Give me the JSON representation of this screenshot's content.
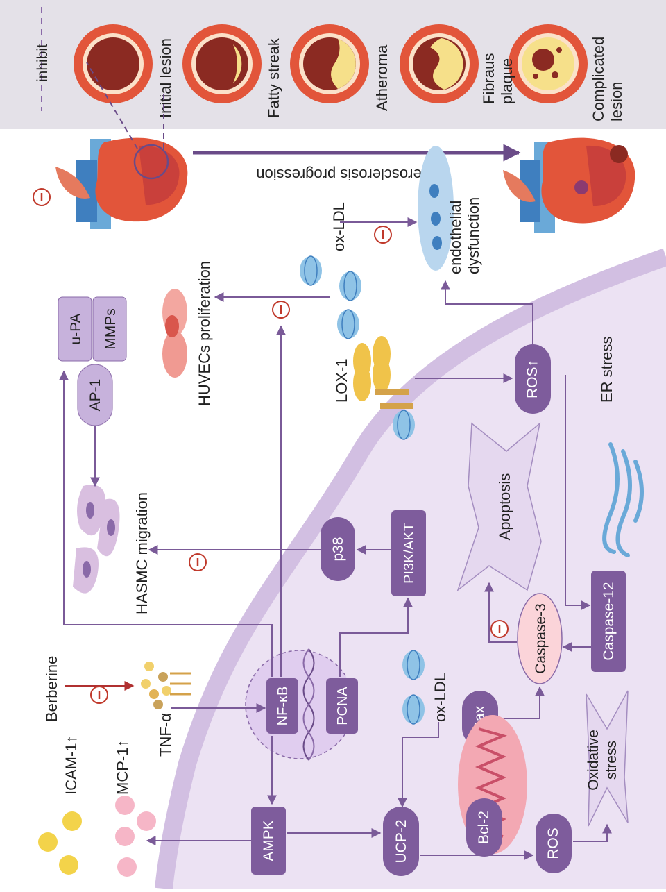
{
  "colors": {
    "purple": "#8a6aa8",
    "purple_dark": "#6a4b88",
    "lavender": "#c7b2dc",
    "membrane": "#d9c6e8",
    "inhibit_red": "#c0392b",
    "berberine_arrow": "#b03030",
    "artery_red": "#e2553a",
    "plaque_yellow": "#f6e08a",
    "panel_bg": "#e4e1e8"
  },
  "legend": {
    "inhibit": "inhibit"
  },
  "stages": [
    "Initial lesion",
    "Fatty streak",
    "Atheroma",
    "Fibraus plaque",
    "Complicated lesion"
  ],
  "progression_label": "Atherosclerosis progression",
  "labels": {
    "berberine": "Berberine",
    "tnf": "TNF-α",
    "icam": "ICAM-1↑",
    "mcp": "MCP-1↑",
    "upa": "u-PA",
    "mmps": "MMPs",
    "ap1": "AP-1",
    "hasmc": "HASMC migration",
    "huvec": "HUVECs proliferation",
    "oxldl_top": "ox-LDL",
    "oxldl_mid": "ox-LDL",
    "endo": "endothelial dysfunction",
    "lox1": "LOX-1",
    "ros_up": "ROS↑",
    "er": "ER stress",
    "apoptosis": "Apoptosis",
    "p38": "p38",
    "pi3k": "PI3K/AKT",
    "nfkb": "NF-κB",
    "pcna": "PCNA",
    "caspase3": "Caspase-3",
    "caspase12": "Caspase-12",
    "bax": "Bax",
    "bcl2": "Bcl-2",
    "ampk": "AMPK",
    "ucp2": "UCP-2",
    "ros": "ROS",
    "oxidative": "Oxidative stress"
  }
}
